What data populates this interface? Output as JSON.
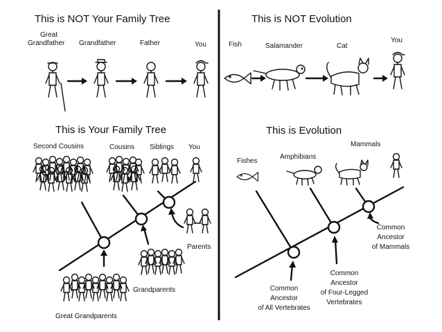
{
  "left": {
    "not_title": "This is NOT Your Family Tree",
    "not_labels": {
      "great": "Great",
      "great_grandfather": "Grandfather",
      "grandfather": "Grandfather",
      "father": "Father",
      "you": "You"
    },
    "tree_title": "This is Your Family Tree",
    "tree_labels": {
      "second_cousins": "Second Cousins",
      "cousins": "Cousins",
      "siblings": "Siblings",
      "you": "You",
      "parents": "Parents",
      "grandparents": "Grandparents",
      "great_grandparents": "Great Grandparents"
    }
  },
  "right": {
    "not_title": "This is NOT Evolution",
    "not_labels": {
      "fish": "Fish",
      "salamander": "Salamander",
      "cat": "Cat",
      "you": "You"
    },
    "tree_title": "This is Evolution",
    "tree_labels": {
      "fishes": "Fishes",
      "amphibians": "Amphibians",
      "mammals": "Mammals",
      "ca_mammals_1": "Common",
      "ca_mammals_2": "Ancestor",
      "ca_mammals_3": "of Mammals",
      "ca_four_1": "Common",
      "ca_four_2": "Ancestor",
      "ca_four_3": "of Four-Legged",
      "ca_four_4": "Vertebrates",
      "ca_all_1": "Common",
      "ca_all_2": "Ancestor",
      "ca_all_3": "of All Vertebrates"
    }
  }
}
